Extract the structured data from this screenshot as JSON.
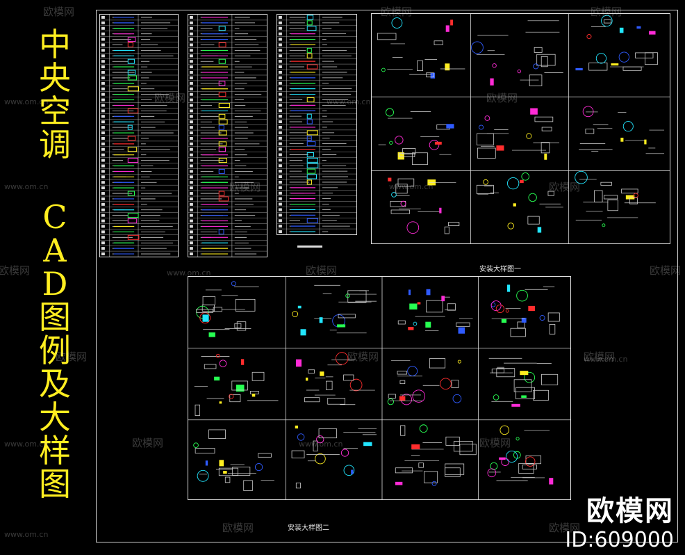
{
  "title_chars": [
    "中",
    "央",
    "空",
    "调",
    "C",
    "A",
    "D",
    "图",
    "例",
    "及",
    "大",
    "样",
    "图"
  ],
  "captions": {
    "sheet1": "安装大样图一",
    "sheet2": "安装大样图二"
  },
  "watermarks": {
    "brand_cn": "欧模网",
    "site": "www.om.cn"
  },
  "brand": {
    "name": "欧模网",
    "id": "ID:609000"
  },
  "colors": {
    "title": "#ffee20",
    "accent_magenta": "#ff2bd6",
    "accent_cyan": "#22e6ff",
    "accent_green": "#27ff52",
    "accent_blue": "#2f5bff",
    "accent_yellow": "#ffee20",
    "accent_red": "#ff2d2d",
    "line": "#e0e0e0"
  }
}
